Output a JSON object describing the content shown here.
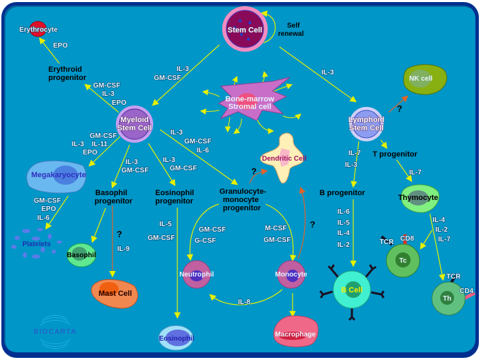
{
  "diagram": {
    "title_cells": {
      "stem_cell": "Stem Cell",
      "self_renewal_1": "Self",
      "self_renewal_2": "renewal",
      "myeloid_1": "Myeloid",
      "myeloid_2": "Stem Cell",
      "lymphoid_1": "Lymphoid",
      "lymphoid_2": "Stem Cell",
      "stromal_1": "Bone-marrow",
      "stromal_2": "Stromal cell",
      "erythrocyte": "Erythrocyte",
      "erythroid_1": "Erythroid",
      "erythroid_2": "progenitor",
      "megakaryocyte": "Megakaryocyte",
      "platelets": "Platelets",
      "basophil_prog_1": "Basophil",
      "basophil_prog_2": "progenitor",
      "basophil": "Basophil",
      "mast_cell": "Mast Cell",
      "eosinophil_prog_1": "Eosinophil",
      "eosinophil_prog_2": "progenitor",
      "eosinophil": "Eosinophil",
      "gm_prog_1": "Granulocyte-",
      "gm_prog_2": "monocyte",
      "gm_prog_3": "progenitor",
      "dendritic": "Dendritic Cell",
      "neutrophil": "Neutrophil",
      "monocyte": "Monocyte",
      "macrophage": "Macrophage",
      "nk_cell": "NK cell",
      "t_progenitor": "T progenitor",
      "b_progenitor": "B progenitor",
      "thymocyte": "Thymocyte",
      "b_cell": "B Cell",
      "tc": "Tc",
      "th": "Th",
      "tcr_1": "TCR",
      "tcr_2": "TCR",
      "cd8": "CD8",
      "cd4": "CD4"
    },
    "cytokines": {
      "epo_erythrocyte": "EPO",
      "stem_to_myeloid": [
        "IL-3",
        "GM-CSF"
      ],
      "stem_to_lymphoid": [
        "IL-3"
      ],
      "myeloid_to_erythroid": [
        "GM-CSF",
        "IL-3",
        "EPO"
      ],
      "myeloid_to_megakaryocyte": [
        "GM-CSF",
        "IL-3",
        "IL-11",
        "EPO"
      ],
      "megakaryocyte_to_platelets": [
        "GM-CSF",
        "EPO",
        "IL-6"
      ],
      "myeloid_to_basophil": [
        "IL-3",
        "GM-CSF"
      ],
      "basophil_to_mast": [
        "?",
        "IL-9"
      ],
      "myeloid_to_eosinophil": [
        "IL-3",
        "GM-CSF"
      ],
      "eosinophil_to_eosinophil": [
        "IL-5",
        "GM-CSF"
      ],
      "myeloid_to_gm": [
        "IL-3",
        "GM-CSF",
        "IL-6"
      ],
      "gm_to_neutrophil": [
        "GM-CSF",
        "G-CSF"
      ],
      "gm_to_monocyte": [
        "M-CSF",
        "GM-CSF"
      ],
      "monocyte_to_neutrophil": [
        "IL-8"
      ],
      "lymphoid_to_b": [
        "IL-7",
        "IL-3"
      ],
      "t_to_thymocyte": [
        "IL-7"
      ],
      "b_prog_to_bcell": [
        "IL-6",
        "IL-5",
        "IL-4",
        "IL-2"
      ],
      "thymocyte_to_t": [
        "IL-4",
        "IL-2",
        "IL-7"
      ]
    },
    "unknown_marks": [
      "?",
      "?",
      "?",
      "?"
    ],
    "logo": "BIOCARTA",
    "colors": {
      "background": "#0096c8",
      "frame": "#002f8f",
      "arrow_yellow": "#e6f000",
      "arrow_orange": "#e0642a"
    }
  }
}
